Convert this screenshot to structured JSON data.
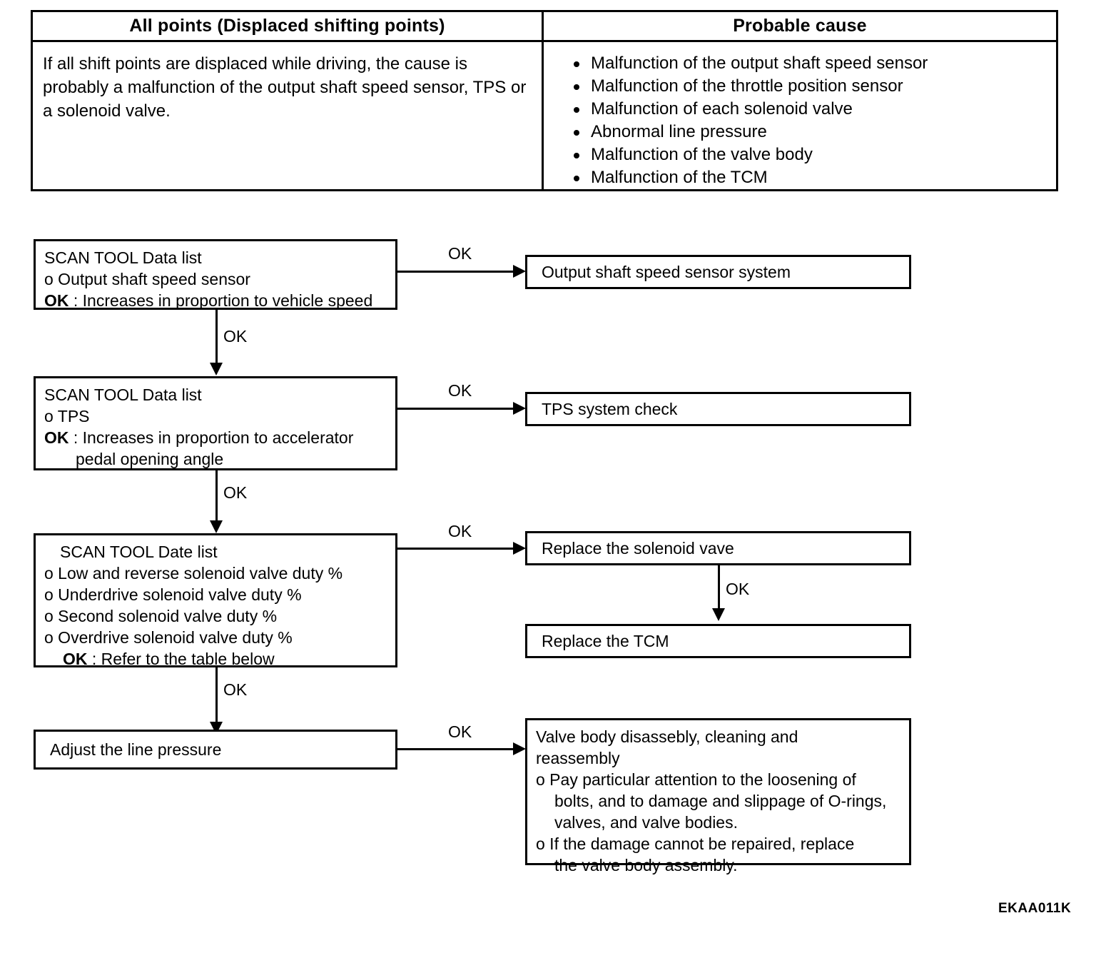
{
  "table": {
    "headers": [
      "All points (Displaced shifting points)",
      "Probable cause"
    ],
    "description": "If all shift points are displaced while driving, the cause is probably a malfunction of the output shaft speed sensor, TPS or a solenoid valve.",
    "causes": [
      "Malfunction of the output shaft speed sensor",
      "Malfunction of the throttle position sensor",
      "Malfunction of each solenoid valve",
      "Abnormal line pressure",
      "Malfunction of the valve body",
      "Malfunction of the TCM"
    ]
  },
  "flow": {
    "ok_label": "OK",
    "step1": {
      "line1": "SCAN TOOL Data list",
      "line2": "o Output shaft speed sensor",
      "ok": "OK",
      "line3": " : Increases in proportion to vehicle speed"
    },
    "step2": {
      "line1": "SCAN TOOL Data list",
      "line2": "o TPS",
      "ok": "OK",
      "line3": " : Increases in proportion to accelerator",
      "line4": "pedal opening angle"
    },
    "step3": {
      "line1": "SCAN TOOL Date list",
      "line2": "o Low and reverse solenoid valve duty %",
      "line3": "o Underdrive solenoid valve duty %",
      "line4": "o Second solenoid valve duty %",
      "line5": "o Overdrive solenoid valve duty %",
      "ok": "OK",
      "line6": " : Refer to the table below"
    },
    "step4": {
      "label": "Adjust the line pressure"
    },
    "result1": {
      "label": "Output shaft speed sensor system"
    },
    "result2": {
      "label": "TPS system check"
    },
    "result3": {
      "label": "Replace the solenoid vave"
    },
    "result4": {
      "label": "Replace the TCM"
    },
    "result5": {
      "line1": "Valve body disassebly, cleaning and",
      "line2": "reassembly",
      "line3": "o Pay particular attention to the loosening of",
      "line4": "bolts, and to damage and slippage of O-rings,",
      "line5": "valves, and valve bodies.",
      "line6": "o If the damage cannot be repaired, replace",
      "line7": "the valve body assembly."
    }
  },
  "figure_code": "EKAA011K"
}
